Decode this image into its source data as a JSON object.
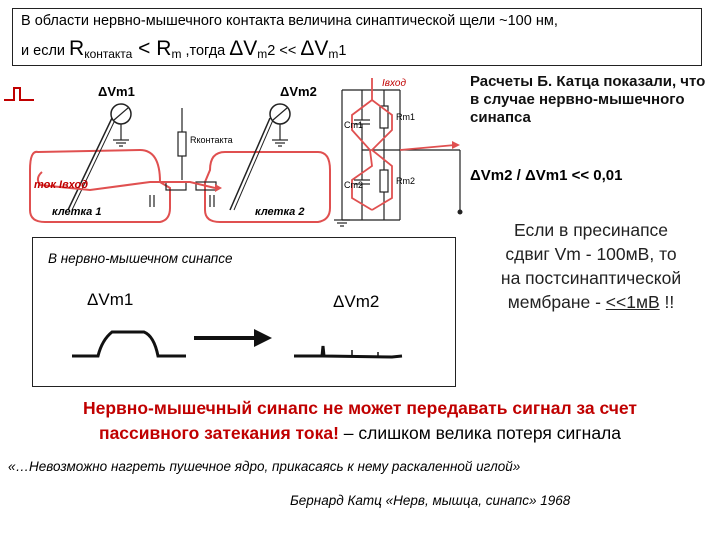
{
  "header": {
    "line1": "В области нервно-мышечного контакта величина синаптической щели ~100 нм,",
    "line2_prefix": "и если ",
    "r_contact": "R",
    "r_contact_sub": "контакта",
    "lt": " < ",
    "r_m": "R",
    "r_m_sub": "m",
    "then": " ,тогда ",
    "dvm2": "ΔV",
    "dvm2_sub": "m",
    "dvm2_idx": "2",
    "ll": " << ",
    "dvm1": "ΔV",
    "dvm1_sub": "m",
    "dvm1_idx": "1"
  },
  "diagram": {
    "label_vm1": "ΔVm1",
    "label_vm2": "ΔVm2",
    "label_rcontact": "Rконтакта",
    "label_current": "ток Iвход",
    "label_cell1": "клетка 1",
    "label_cell2": "клетка 2",
    "label_iin": "Iвход",
    "label_cm1": "Cm1",
    "label_rm1": "Rm1",
    "label_cm2": "Cm2",
    "label_rm2": "Rm2"
  },
  "inset": {
    "title": "В нервно-мышечном синапсе",
    "label_a": "ΔVm1",
    "label_b": "ΔVm2"
  },
  "katz": {
    "text": "Расчеты Б. Катца показали, что в случае нервно-мышечного синапса",
    "ratio": "ΔVm2 / ΔVm1 << 0,01"
  },
  "shift": {
    "line1": "Если в пресинапсе",
    "line2": "сдвиг Vm - 100мВ, то",
    "line3": "на постсинаптической",
    "line4_prefix": "мембране - ",
    "line4_value": "<<1мВ",
    "line4_suffix": " !!"
  },
  "conclusion": {
    "line1": "Нервно-мышечный синапс не может передавать сигнал за счет",
    "line2_red": "пассивного затекания тока!",
    "line2_rest": " – слишком велика потеря сигнала"
  },
  "quote": {
    "text": "«…Невозможно нагреть пушечное ядро, прикасаясь к нему раскаленной иглой»",
    "author": "Бернард Катц «Нерв, мышца, синапс» 1968"
  },
  "colors": {
    "accent_red": "#c00000",
    "cell_outline": "#e05050"
  }
}
